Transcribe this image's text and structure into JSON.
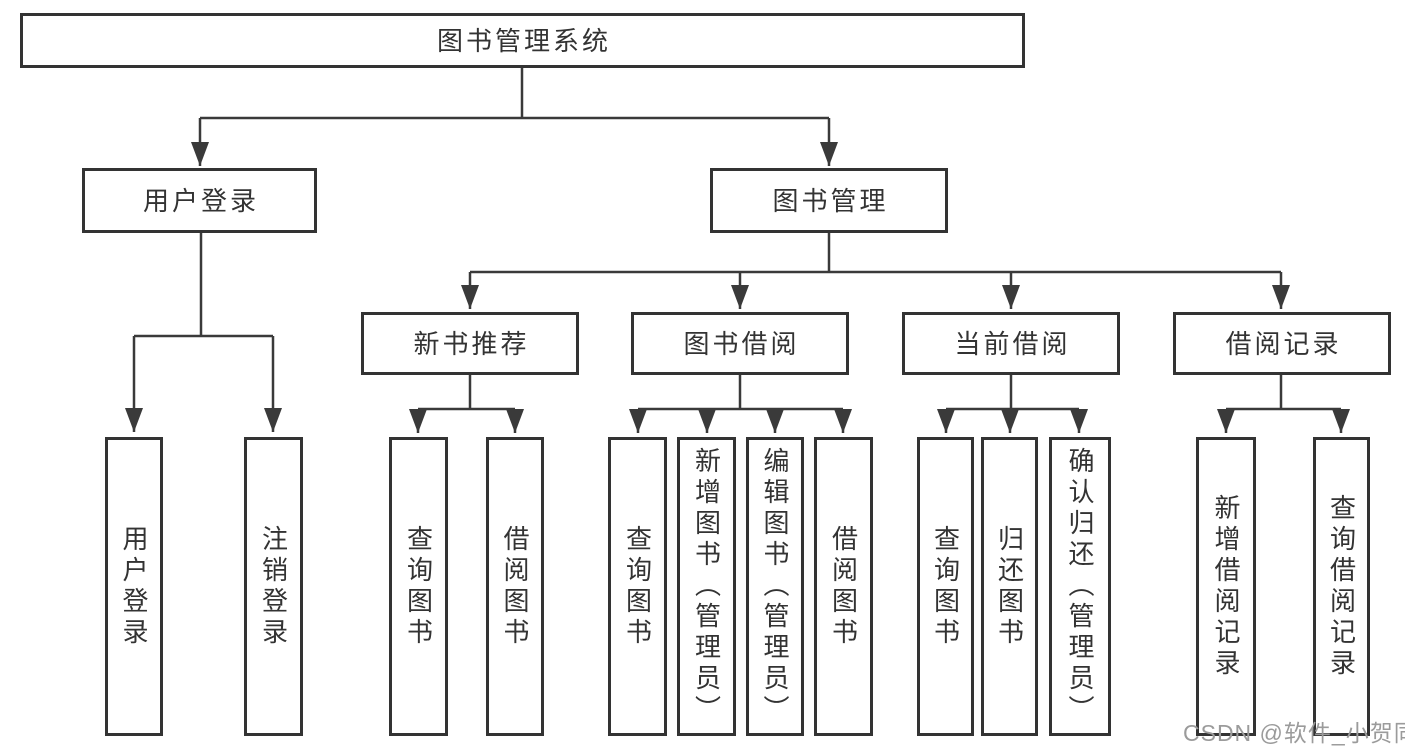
{
  "diagram": {
    "root": {
      "label": "图书管理系统",
      "children": [
        {
          "label": "用户登录",
          "children": [
            {
              "label": "用户登录"
            },
            {
              "label": "注销登录"
            }
          ]
        },
        {
          "label": "图书管理",
          "children": [
            {
              "label": "新书推荐",
              "children": [
                {
                  "label": "查询图书"
                },
                {
                  "label": "借阅图书"
                }
              ]
            },
            {
              "label": "图书借阅",
              "children": [
                {
                  "label": "查询图书"
                },
                {
                  "label": "新增图书（管理员）"
                },
                {
                  "label": "编辑图书（管理员）"
                },
                {
                  "label": "借阅图书"
                }
              ]
            },
            {
              "label": "当前借阅",
              "children": [
                {
                  "label": "查询图书"
                },
                {
                  "label": "归还图书"
                },
                {
                  "label": "确认归还（管理员）"
                }
              ]
            },
            {
              "label": "借阅记录",
              "children": [
                {
                  "label": "新增借阅记录"
                },
                {
                  "label": "查询借阅记录"
                }
              ]
            }
          ]
        }
      ]
    }
  },
  "watermark": {
    "label": "CSDN @软件_小贺同学"
  },
  "colors": {
    "line": "#3a3a3a",
    "box_border": "#333333",
    "text": "#333333",
    "watermark": "#9b9b9b",
    "background": "#ffffff"
  }
}
